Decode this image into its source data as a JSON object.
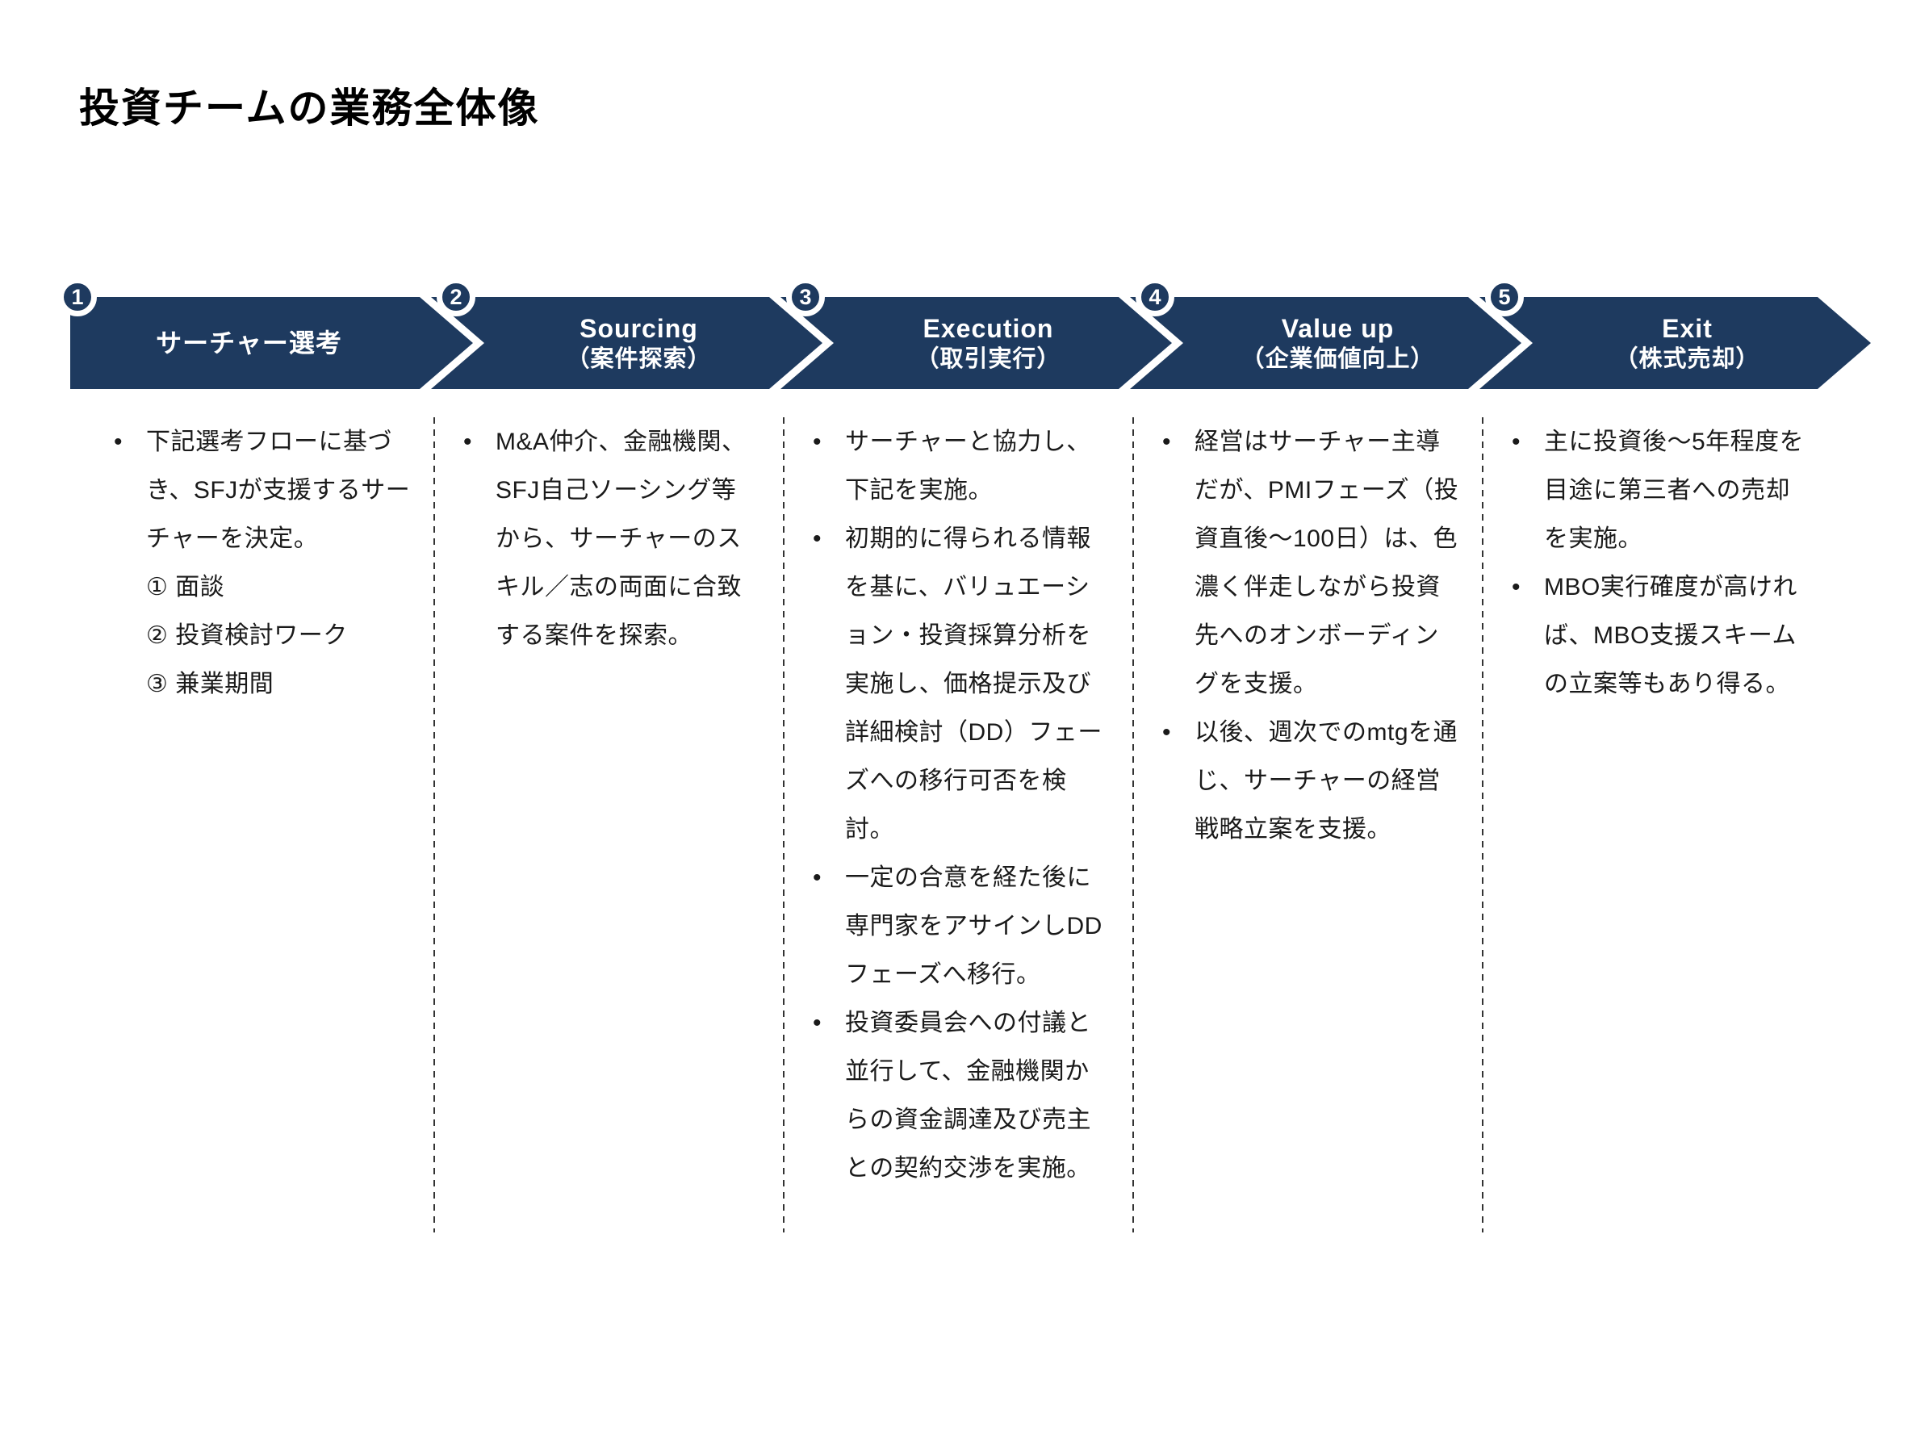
{
  "slide": {
    "title": "投資チームの業務全体像",
    "bullet_char": "•",
    "colors": {
      "navy": "#1e3a5f",
      "text": "#1a1a1a"
    },
    "phases": [
      {
        "number": "1",
        "title": "サーチャー選考",
        "subtitle": "",
        "bullets": [
          "下記選考フローに基づき、SFJが支援するサーチャーを決定。\n① 面談\n② 投資検討ワーク\n③ 兼業期間"
        ]
      },
      {
        "number": "2",
        "title": "Sourcing",
        "subtitle": "（案件探索）",
        "bullets": [
          "M&A仲介、金融機関、SFJ自己ソーシング等から、サーチャーのスキル／志の両面に合致する案件を探索。"
        ]
      },
      {
        "number": "3",
        "title": "Execution",
        "subtitle": "（取引実行）",
        "bullets": [
          "サーチャーと協力し、下記を実施。",
          "初期的に得られる情報を基に、バリュエーション・投資採算分析を実施し、価格提示及び詳細検討（DD）フェーズへの移行可否を検討。",
          "一定の合意を経た後に専門家をアサインしDDフェーズへ移行。",
          "投資委員会への付議と並行して、金融機関からの資金調達及び売主との契約交渉を実施。"
        ]
      },
      {
        "number": "4",
        "title": "Value up",
        "subtitle": "（企業価値向上）",
        "bullets": [
          "経営はサーチャー主導だが、PMIフェーズ（投資直後～100日）は、色濃く伴走しながら投資先へのオンボーディングを支援。",
          "以後、週次でのmtgを通じ、サーチャーの経営戦略立案を支援。"
        ]
      },
      {
        "number": "5",
        "title": "Exit",
        "subtitle": "（株式売却）",
        "bullets": [
          "主に投資後～5年程度を目途に第三者への売却を実施。",
          "MBO実行確度が高ければ、MBO支援スキームの立案等もあり得る。"
        ]
      }
    ]
  }
}
